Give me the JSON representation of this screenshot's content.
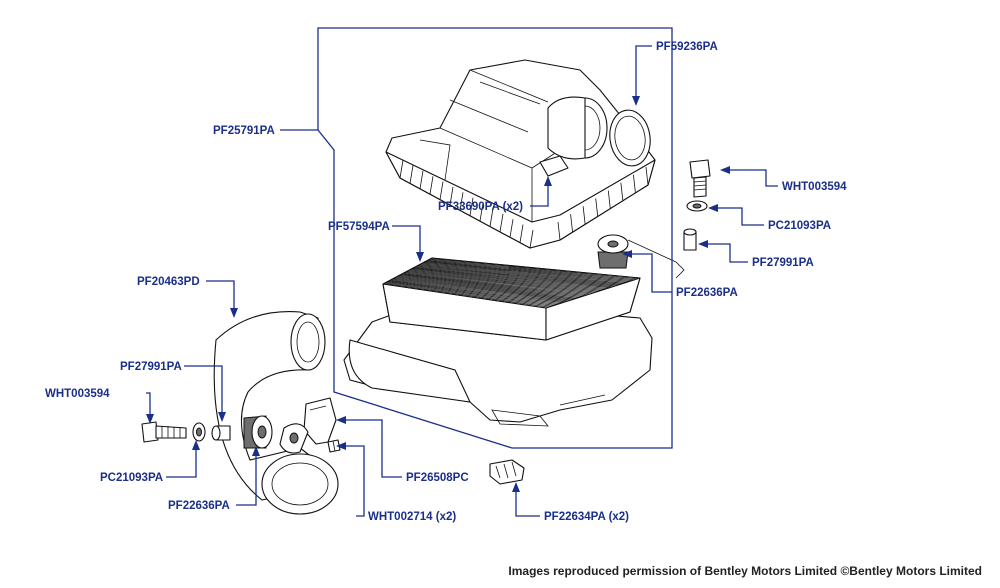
{
  "labels": {
    "pf59236pa": "PF59236PA",
    "pf25791pa": "PF25791PA",
    "wht003594_right": "WHT003594",
    "pf33690pa": "PF33690PA (x2)",
    "pc21093pa_right": "PC21093PA",
    "pf57594pa": "PF57594PA",
    "pf27991pa_right": "PF27991PA",
    "pf22636pa_right": "PF22636PA",
    "pf20463pd": "PF20463PD",
    "pf27991pa_left": "PF27991PA",
    "wht003594_left": "WHT003594",
    "pc21093pa_left": "PC21093PA",
    "pf26508pc": "PF26508PC",
    "pf22636pa_left": "PF22636PA",
    "wht002714": "WHT002714 (x2)",
    "pf22634pa": "PF22634PA (x2)"
  },
  "copyright": "Images reproduced permission of Bentley Motors Limited ©Bentley Motors Limited",
  "colors": {
    "label": "#1a2f8a",
    "outline": "#111111",
    "background": "#ffffff"
  }
}
